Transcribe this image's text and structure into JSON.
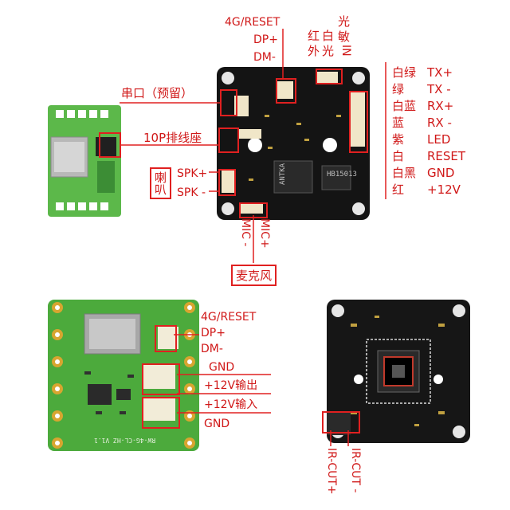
{
  "top_board": {
    "labels": {
      "four_g_reset": "4G/RESET",
      "dp_plus": "DP+",
      "dm_minus": "DM-",
      "ir_label_line1": "红",
      "ir_label_line2": "外",
      "white_light_line1": "白",
      "white_light_line2": "光",
      "light_sensor_line1": "光",
      "light_sensor_line2": "敏",
      "light_sensor_line3": "IN",
      "serial_port": "串口（预留）",
      "ribbon_10p": "10P排线座",
      "speaker_cn": "喇叭",
      "spk_plus": "SPK+",
      "spk_minus": "SPK -",
      "mic_minus": "MIC -",
      "mic_plus": "MIC+",
      "microphone_cn": "麦克风"
    },
    "right_pins": [
      {
        "color": "白绿",
        "signal": "TX+"
      },
      {
        "color": "绿",
        "signal": "TX -"
      },
      {
        "color": "白蓝",
        "signal": "RX+"
      },
      {
        "color": "蓝",
        "signal": "RX -"
      },
      {
        "color": "紫",
        "signal": "LED"
      },
      {
        "color": "白",
        "signal": "RESET"
      },
      {
        "color": "白黑",
        "signal": "GND"
      },
      {
        "color": "红",
        "signal": "+12V"
      }
    ],
    "chip_text": "HB15013",
    "chip_brand": "ANTKA"
  },
  "bottom_left_board": {
    "labels": {
      "four_g_reset": "4G/RESET",
      "dp_plus": "DP+",
      "dm_minus": "DM-",
      "gnd_top": "GND",
      "out_12v": "+12V输出",
      "in_12v": "+12V输入",
      "gnd_bottom": "GND"
    },
    "silk_text": "RW-4G-CL-HZ V1.1"
  },
  "bottom_right_board": {
    "labels": {
      "ir_cut_plus": "IR-CUT+",
      "ir_cut_minus": "IR-CUT -"
    }
  },
  "colors": {
    "annotation": "#d01818",
    "pcb_black": "#141414",
    "pcb_green": "#4caa3c",
    "pcb_green_dark": "#2f7f2a",
    "gold": "#d8a530"
  }
}
